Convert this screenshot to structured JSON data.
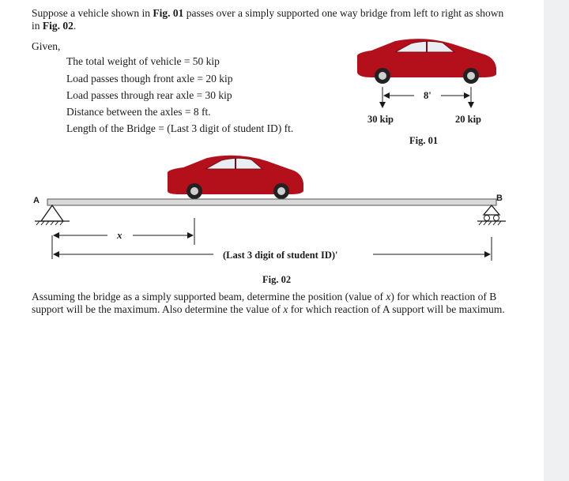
{
  "intro": {
    "t1": "Suppose a vehicle shown in ",
    "fig1": "Fig. 01",
    "t2": " passes over a simply supported one way bridge from left to right as shown in ",
    "fig2": "Fig. 02",
    "t3": "."
  },
  "given": "Given,",
  "given_lines": [
    "The total weight of vehicle = 50 kip",
    "Load passes though front axle = 20 kip",
    "Load passes through rear axle = 30 kip",
    "Distance between the axles = 8 ft.",
    "Length of the Bridge = (Last 3 digit of student ID) ft."
  ],
  "fig01": {
    "caption": "Fig. 01",
    "rear_load": "30 kip",
    "front_load": "20 kip",
    "axle_spacing": "8'",
    "car_color": "#b3101c"
  },
  "fig02": {
    "caption": "Fig. 02",
    "support_a": "A",
    "support_b": "B",
    "x_label": "x",
    "span_label": "(Last 3 digit of student ID)'"
  },
  "conclusion": {
    "t1": "Assuming the bridge as a simply supported beam, determine the position (value of ",
    "x1": "x",
    "t2": ") for which reaction of B support will be the maximum. Also determine the value of ",
    "x2": "x",
    "t3": " for which reaction of A support will be maximum."
  }
}
